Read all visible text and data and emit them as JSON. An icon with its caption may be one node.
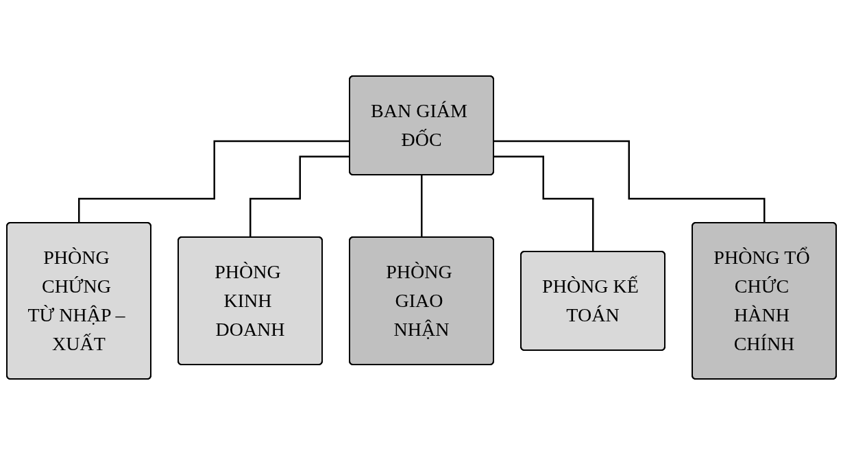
{
  "diagram": {
    "nodes": [
      {
        "text": [
          "BAN GIÁM ĐỐC"
        ]
      },
      {
        "text": [
          "PHÒNG CHỨNG TỪ NHẬP – XUẤT"
        ]
      },
      {
        "text": [
          "PHÒNG KINH DOANH"
        ]
      },
      {
        "text": [
          "PHÒNG GIAO NHẬN"
        ]
      },
      {
        "text": [
          "PHÒNG KẾ TOÁN"
        ]
      },
      {
        "text": [
          "PHÒNG TỔ CHỨC HÀNH CHÍNH"
        ]
      }
    ],
    "edges": [
      {
        "from": 0,
        "to": 1,
        "arrow": "none"
      },
      {
        "from": 0,
        "to": 2,
        "arrow": "none"
      },
      {
        "from": 0,
        "to": 3,
        "arrow": "none"
      },
      {
        "from": 0,
        "to": 4,
        "arrow": "none"
      },
      {
        "from": 0,
        "to": 5,
        "arrow": "none"
      }
    ]
  }
}
